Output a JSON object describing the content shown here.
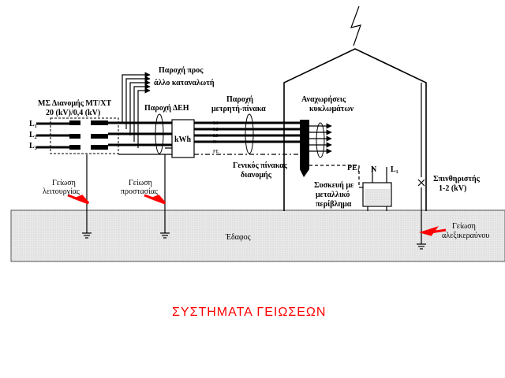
{
  "colors": {
    "accent_red": "#ff0000",
    "ground_fill": "#e6e6e6",
    "ink": "#000000"
  },
  "substation": {
    "title_line1": "ΜΣ Διανομής ΜΤ/ΧΤ",
    "title_line2": "20 (kV)/0,4 (kV)",
    "L1": "L",
    "L2": "L",
    "L3": "L",
    "s1": "1",
    "s2": "2",
    "s3": "3"
  },
  "supply_other": {
    "line1": "Παροχή προς",
    "line2": "άλλο καταναλωτή"
  },
  "supply_dei": "Παροχή ΔΕΗ",
  "meter": {
    "label": "kWh"
  },
  "supply_meter_panel": {
    "line1": "Παροχή",
    "line2": "μετρητή-πίνακα"
  },
  "conductors": [
    "L1",
    "L2",
    "L3",
    "N",
    "PE"
  ],
  "circuits": {
    "line1": "Αναχωρήσεις",
    "line2": "κυκλωμάτων"
  },
  "main_panel": {
    "line1": "Γενικός πίνακας",
    "line2": "διανομής"
  },
  "device": {
    "line1": "Συσκευή με",
    "line2": "μεταλλικό",
    "line3": "περίβλημα",
    "pe": "PE",
    "n": "N",
    "l1": "L",
    "l1sub": "1",
    "one": "1"
  },
  "spark_gap": {
    "line1": "Σπινθηριστής",
    "line2": "1-2 (kV)"
  },
  "ground_functional": {
    "line1": "Γείωση",
    "line2": "λειτουργίας"
  },
  "ground_protective": {
    "line1": "Γείωση",
    "line2": "προστασίας"
  },
  "ground_lightning": {
    "line1": "Γείωση",
    "line2": "αλεξικεραύνου"
  },
  "soil": "Έδαφος",
  "main_title": "ΣΥΣΤΗΜΑΤΑ ΓΕΙΩΣΕΩΝ"
}
